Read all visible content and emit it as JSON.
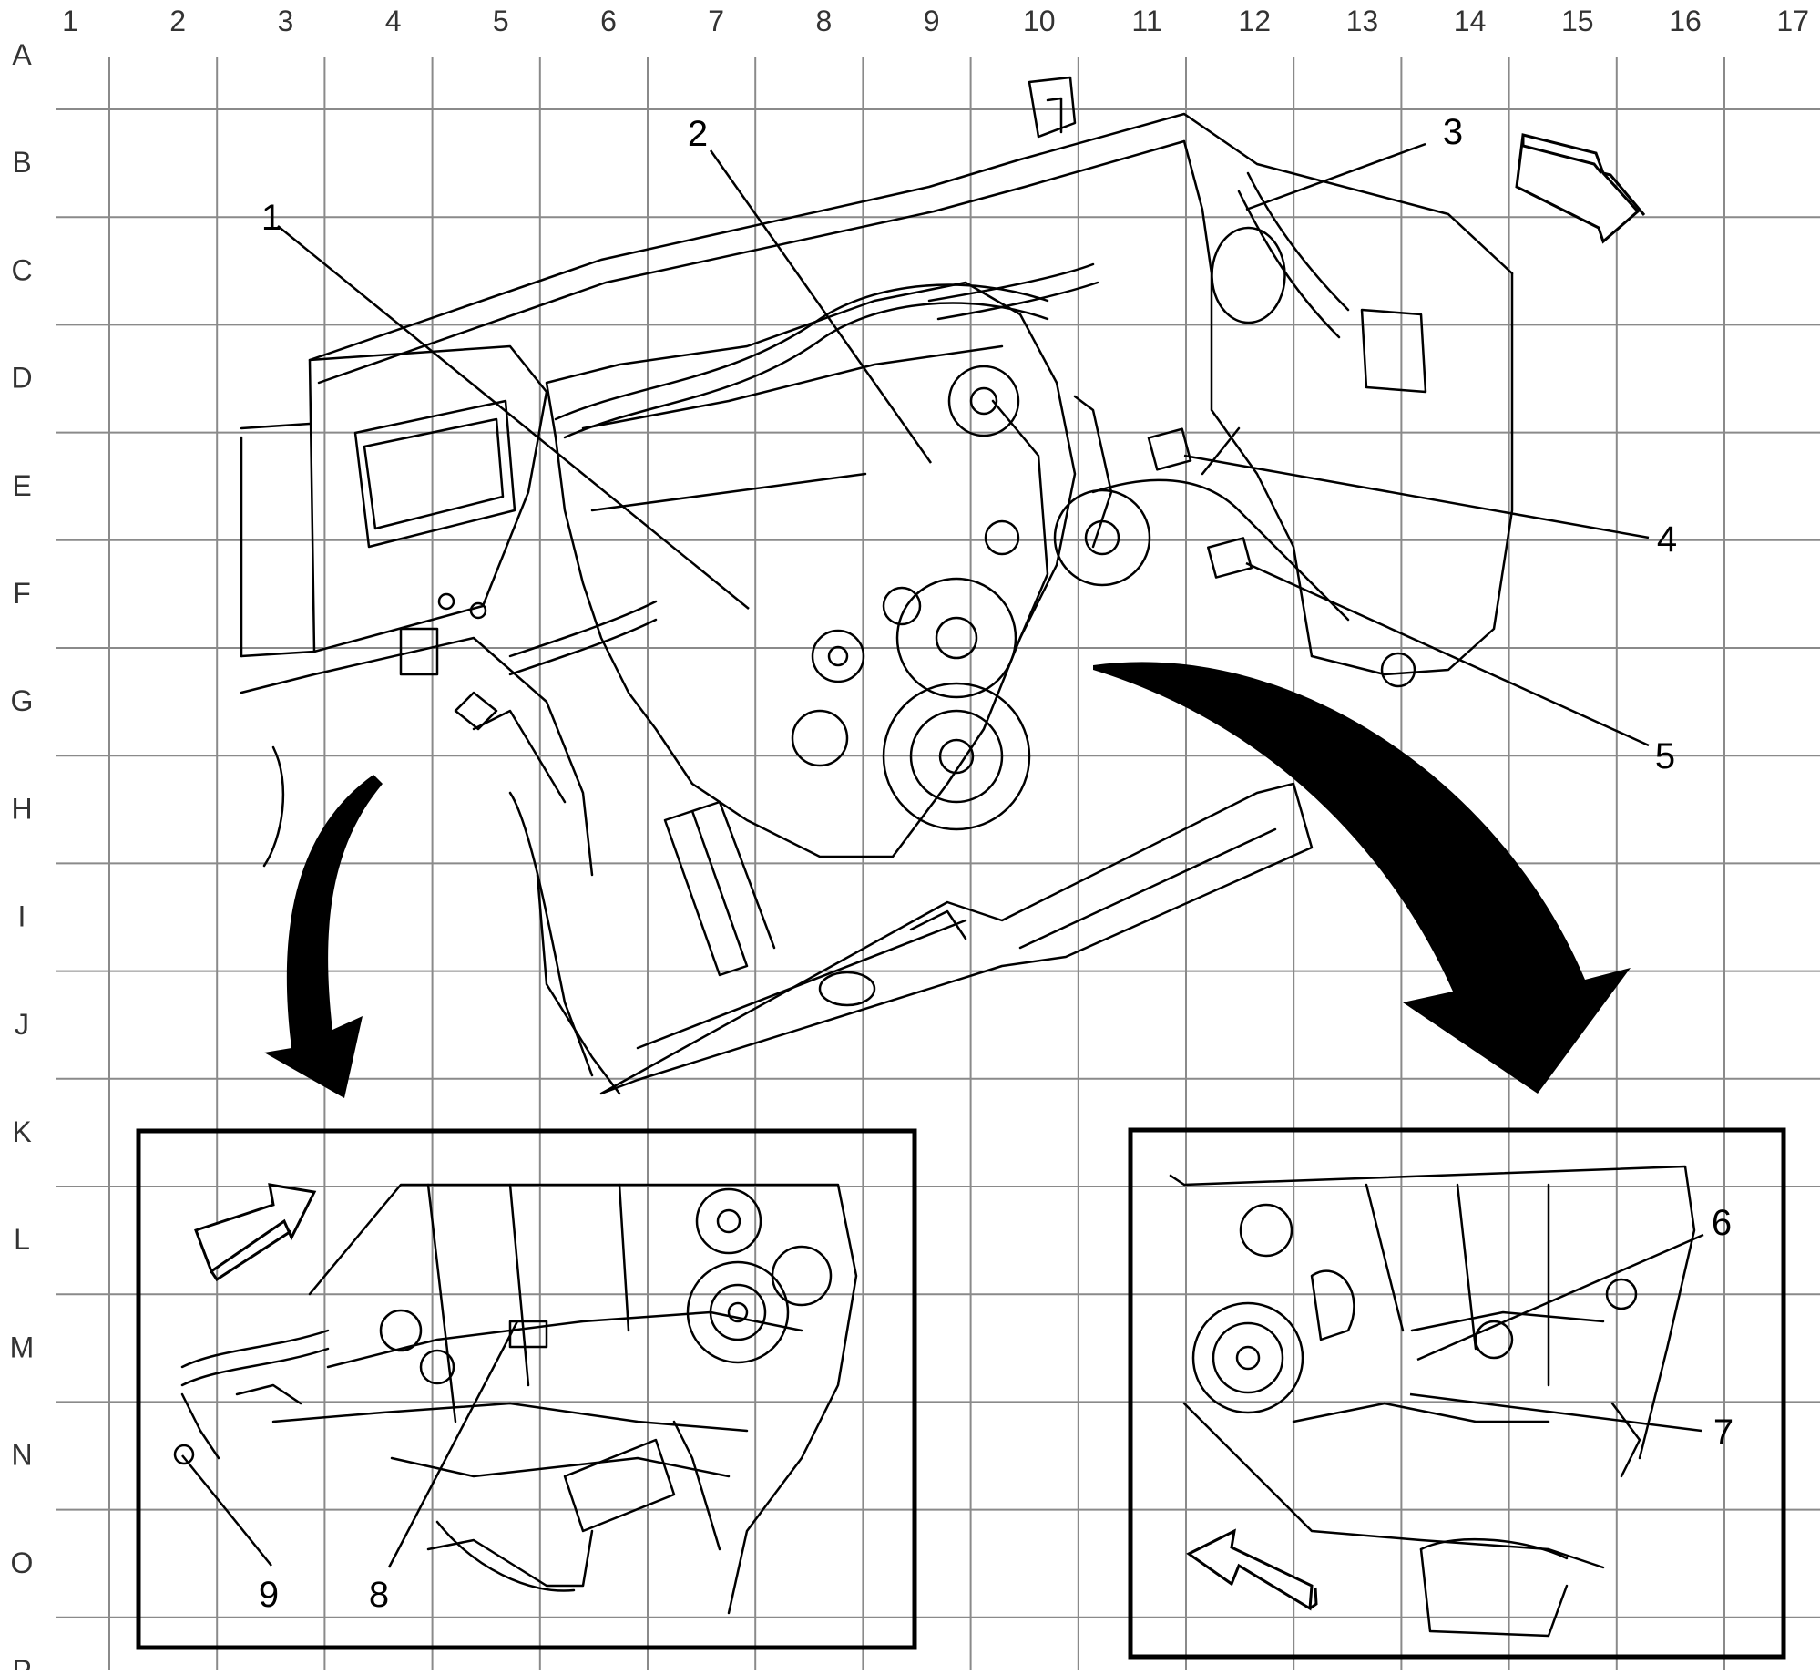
{
  "grid": {
    "columns": [
      "1",
      "2",
      "3",
      "4",
      "5",
      "6",
      "7",
      "8",
      "9",
      "10",
      "11",
      "12",
      "13",
      "14",
      "15",
      "16",
      "17"
    ],
    "rows": [
      "A",
      "B",
      "C",
      "D",
      "E",
      "F",
      "G",
      "H",
      "I",
      "J",
      "K",
      "L",
      "M",
      "N",
      "O",
      "P"
    ],
    "line_color": "#8a8a8a"
  },
  "callouts": [
    "1",
    "2",
    "3",
    "4",
    "5",
    "6",
    "7",
    "8",
    "9"
  ],
  "colors": {
    "ink": "#000000",
    "paper": "#ffffff",
    "grid": "#8a8a8a"
  },
  "icons": {
    "direction_arrow": "hollow-forward-arrow-icon",
    "view_arrow": "curved-view-arrow-icon"
  }
}
